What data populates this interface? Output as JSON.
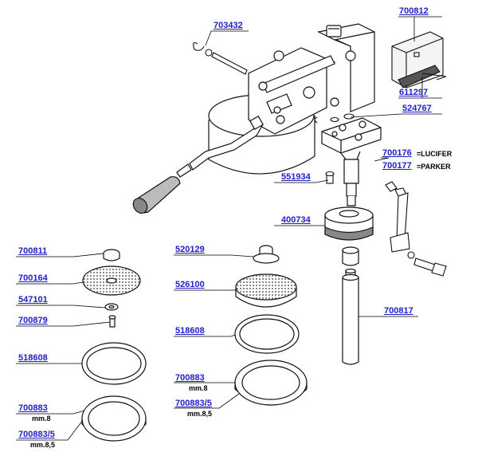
{
  "parts": [
    {
      "code": "703432"
    },
    {
      "code": "700812"
    },
    {
      "code": "611297"
    },
    {
      "code": "524767"
    },
    {
      "code": "700176",
      "note": "=LUCIFER"
    },
    {
      "code": "700177",
      "note": "=PARKER"
    },
    {
      "code": "551934"
    },
    {
      "code": "400734"
    },
    {
      "code": "700811"
    },
    {
      "code": "700164"
    },
    {
      "code": "547101"
    },
    {
      "code": "700879"
    },
    {
      "code": "518608"
    },
    {
      "code": "700883",
      "note": "mm.8"
    },
    {
      "code": "700883/5",
      "note": "mm.8,5"
    },
    {
      "code": "520129"
    },
    {
      "code": "526100"
    },
    {
      "code": "518608"
    },
    {
      "code": "700883",
      "note": "mm.8"
    },
    {
      "code": "700883/5",
      "note": "mm.8,5"
    },
    {
      "code": "700817"
    }
  ],
  "colors": {
    "label": "#2020c8",
    "leader": "#000000",
    "line": "#111111"
  }
}
